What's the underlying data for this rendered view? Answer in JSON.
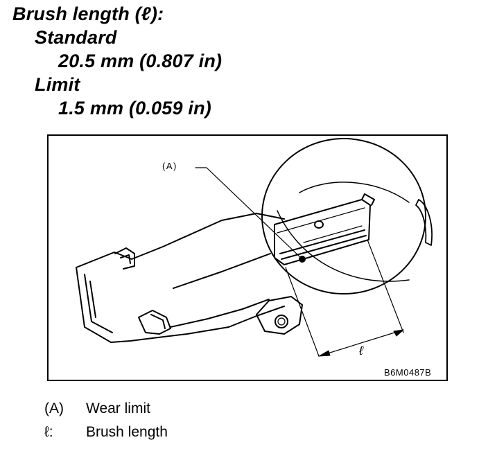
{
  "spec": {
    "heading": "Brush length (ℓ):",
    "standard_label": "Standard",
    "standard_value": "20.5 mm (0.807 in)",
    "limit_label": "Limit",
    "limit_value": "1.5 mm (0.059 in)"
  },
  "figure": {
    "callout_a": "(A)",
    "dimension_symbol": "ℓ",
    "code": "B6M0487B"
  },
  "legend": [
    {
      "key": "(A)",
      "text": "Wear limit"
    },
    {
      "key": "ℓ:",
      "text": "Brush length"
    }
  ]
}
